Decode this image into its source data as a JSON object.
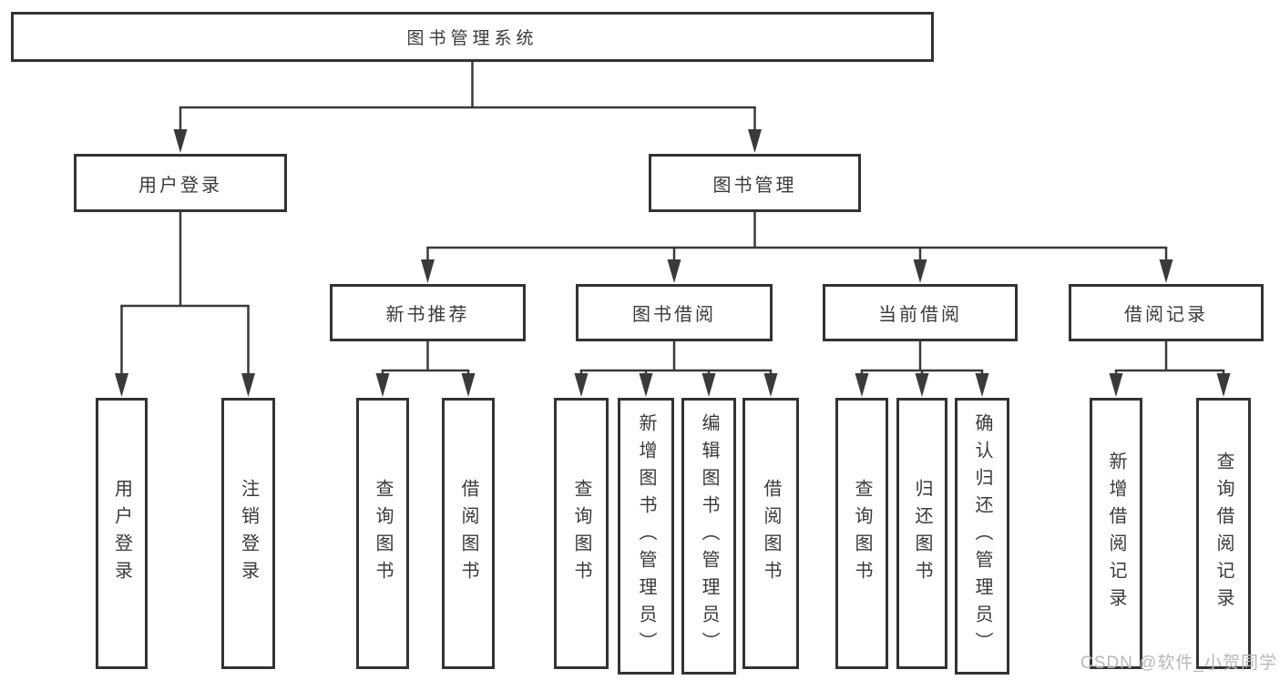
{
  "diagram": {
    "title_node": "图书管理系统",
    "colors": {
      "line": "#3a3a3a",
      "border": "#333333",
      "text": "#3a3a3a",
      "watermark": "#b8b8b8",
      "background": "#ffffff"
    },
    "nodes": {
      "root": {
        "label": "图书管理系统"
      },
      "user_login": {
        "label": "用户登录"
      },
      "book_mgmt": {
        "label": "图书管理"
      },
      "new_book_rec": {
        "label": "新书推荐"
      },
      "book_borrow": {
        "label": "图书借阅"
      },
      "current_borrow": {
        "label": "当前借阅"
      },
      "borrow_records": {
        "label": "借阅记录"
      },
      "leaf_user_login": {
        "label": "用户登录"
      },
      "leaf_logout": {
        "label": "注销登录"
      },
      "leaf_rec_query": {
        "label": "查询图书"
      },
      "leaf_rec_borrow": {
        "label": "借阅图书"
      },
      "leaf_bb_query": {
        "label": "查询图书"
      },
      "leaf_bb_add": {
        "label": "新增图书（管理员）"
      },
      "leaf_bb_edit": {
        "label": "编辑图书（管理员）"
      },
      "leaf_bb_borrow": {
        "label": "借阅图书"
      },
      "leaf_cb_query": {
        "label": "查询图书"
      },
      "leaf_cb_return": {
        "label": "归还图书"
      },
      "leaf_cb_confirm": {
        "label": "确认归还（管理员）"
      },
      "leaf_br_add": {
        "label": "新增借阅记录"
      },
      "leaf_br_query": {
        "label": "查询借阅记录"
      }
    },
    "edges": [
      [
        "root",
        "user_login"
      ],
      [
        "root",
        "book_mgmt"
      ],
      [
        "user_login",
        "leaf_user_login"
      ],
      [
        "user_login",
        "leaf_logout"
      ],
      [
        "book_mgmt",
        "new_book_rec"
      ],
      [
        "book_mgmt",
        "book_borrow"
      ],
      [
        "book_mgmt",
        "current_borrow"
      ],
      [
        "book_mgmt",
        "borrow_records"
      ],
      [
        "new_book_rec",
        "leaf_rec_query"
      ],
      [
        "new_book_rec",
        "leaf_rec_borrow"
      ],
      [
        "book_borrow",
        "leaf_bb_query"
      ],
      [
        "book_borrow",
        "leaf_bb_add"
      ],
      [
        "book_borrow",
        "leaf_bb_edit"
      ],
      [
        "book_borrow",
        "leaf_bb_borrow"
      ],
      [
        "current_borrow",
        "leaf_cb_query"
      ],
      [
        "current_borrow",
        "leaf_cb_return"
      ],
      [
        "current_borrow",
        "leaf_cb_confirm"
      ],
      [
        "borrow_records",
        "leaf_br_add"
      ],
      [
        "borrow_records",
        "leaf_br_query"
      ]
    ]
  },
  "watermark": {
    "text": "CSDN @软件_小贺同学"
  }
}
